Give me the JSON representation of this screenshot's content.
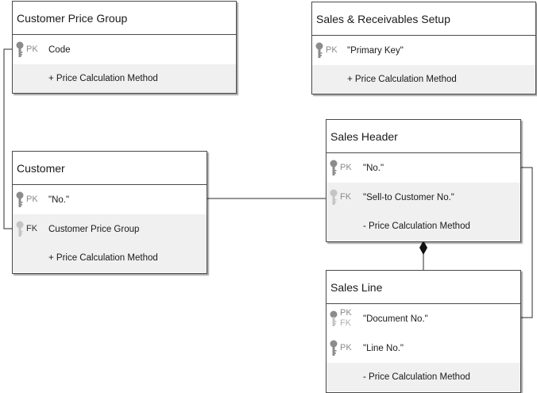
{
  "entities": {
    "customer_price_group": {
      "title": "Customer Price Group",
      "rows": [
        {
          "key": "PK",
          "field": "Code"
        },
        {
          "key": "",
          "field": "+ Price Calculation Method"
        }
      ]
    },
    "sales_receivables_setup": {
      "title": "Sales & Receivables Setup",
      "rows": [
        {
          "key": "PK",
          "field": "\"Primary Key\""
        },
        {
          "key": "",
          "field": "+ Price Calculation Method"
        }
      ]
    },
    "customer": {
      "title": "Customer",
      "rows": [
        {
          "key": "PK",
          "field": "\"No.\""
        },
        {
          "key": "FK",
          "field": "Customer Price Group"
        },
        {
          "key": "",
          "field": "+ Price Calculation Method"
        }
      ]
    },
    "sales_header": {
      "title": "Sales Header",
      "rows": [
        {
          "key": "PK",
          "field": "\"No.\""
        },
        {
          "key": "FK",
          "field": "\"Sell-to Customer No.\""
        },
        {
          "key": "",
          "field": "- Price Calculation Method"
        }
      ]
    },
    "sales_line": {
      "title": "Sales Line",
      "rows": [
        {
          "key": "PK",
          "key2": "FK",
          "field": "\"Document No.\""
        },
        {
          "key": "PK",
          "field": "\"Line No.\""
        },
        {
          "key": "",
          "field": "- Price Calculation Method"
        }
      ]
    }
  },
  "colors": {
    "border": "#4a4a4a",
    "row_alt": "#f0f0f0",
    "key_dark": "#8c8c8c",
    "key_light": "#c4c4c4"
  }
}
